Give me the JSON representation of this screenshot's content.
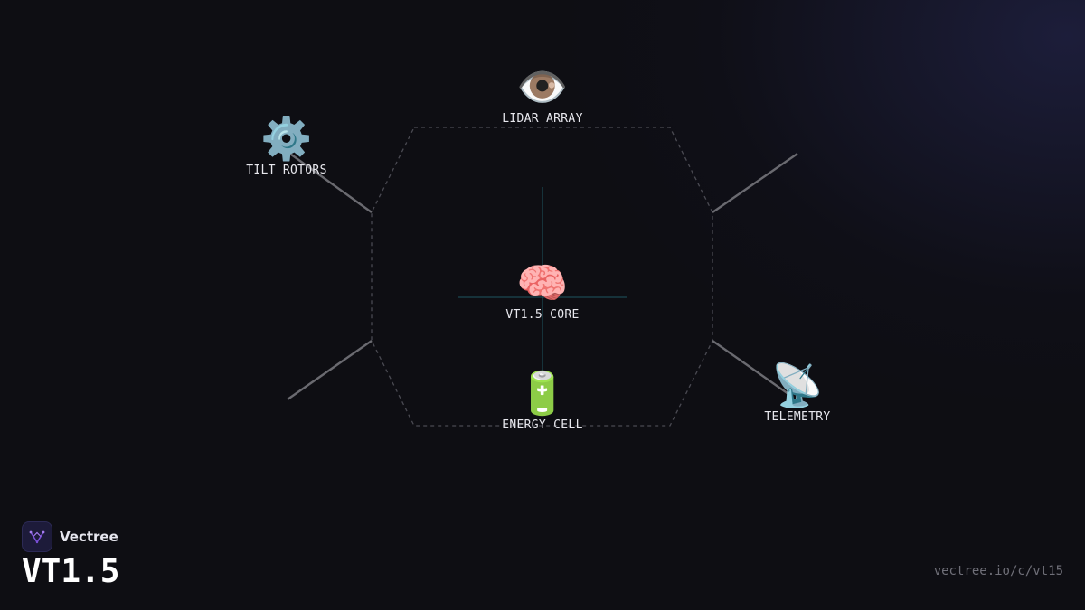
{
  "diagram": {
    "nodes": {
      "lidar": {
        "label": "LIDAR ARRAY",
        "glyph": "👁️",
        "icon": "eye-icon"
      },
      "rotors": {
        "label": "TILT ROTORS",
        "glyph": "⚙️",
        "icon": "gear-icon"
      },
      "core": {
        "label": "VT1.5 CORE",
        "glyph": "🧠",
        "icon": "brain-icon"
      },
      "energy": {
        "label": "ENERGY CELL",
        "glyph": "🔋",
        "icon": "battery-icon"
      },
      "telemetry": {
        "label": "TELEMETRY",
        "glyph": "📡",
        "icon": "satellite-dish-icon"
      }
    },
    "colors": {
      "frame": "#4a4a52",
      "arm": "#6a6a70",
      "axis": "#1f5560"
    }
  },
  "brand": {
    "name": "Vectree",
    "product": "VT1.5",
    "url": "vectree.io/c/vt15",
    "accent": "#7a4fd6"
  }
}
